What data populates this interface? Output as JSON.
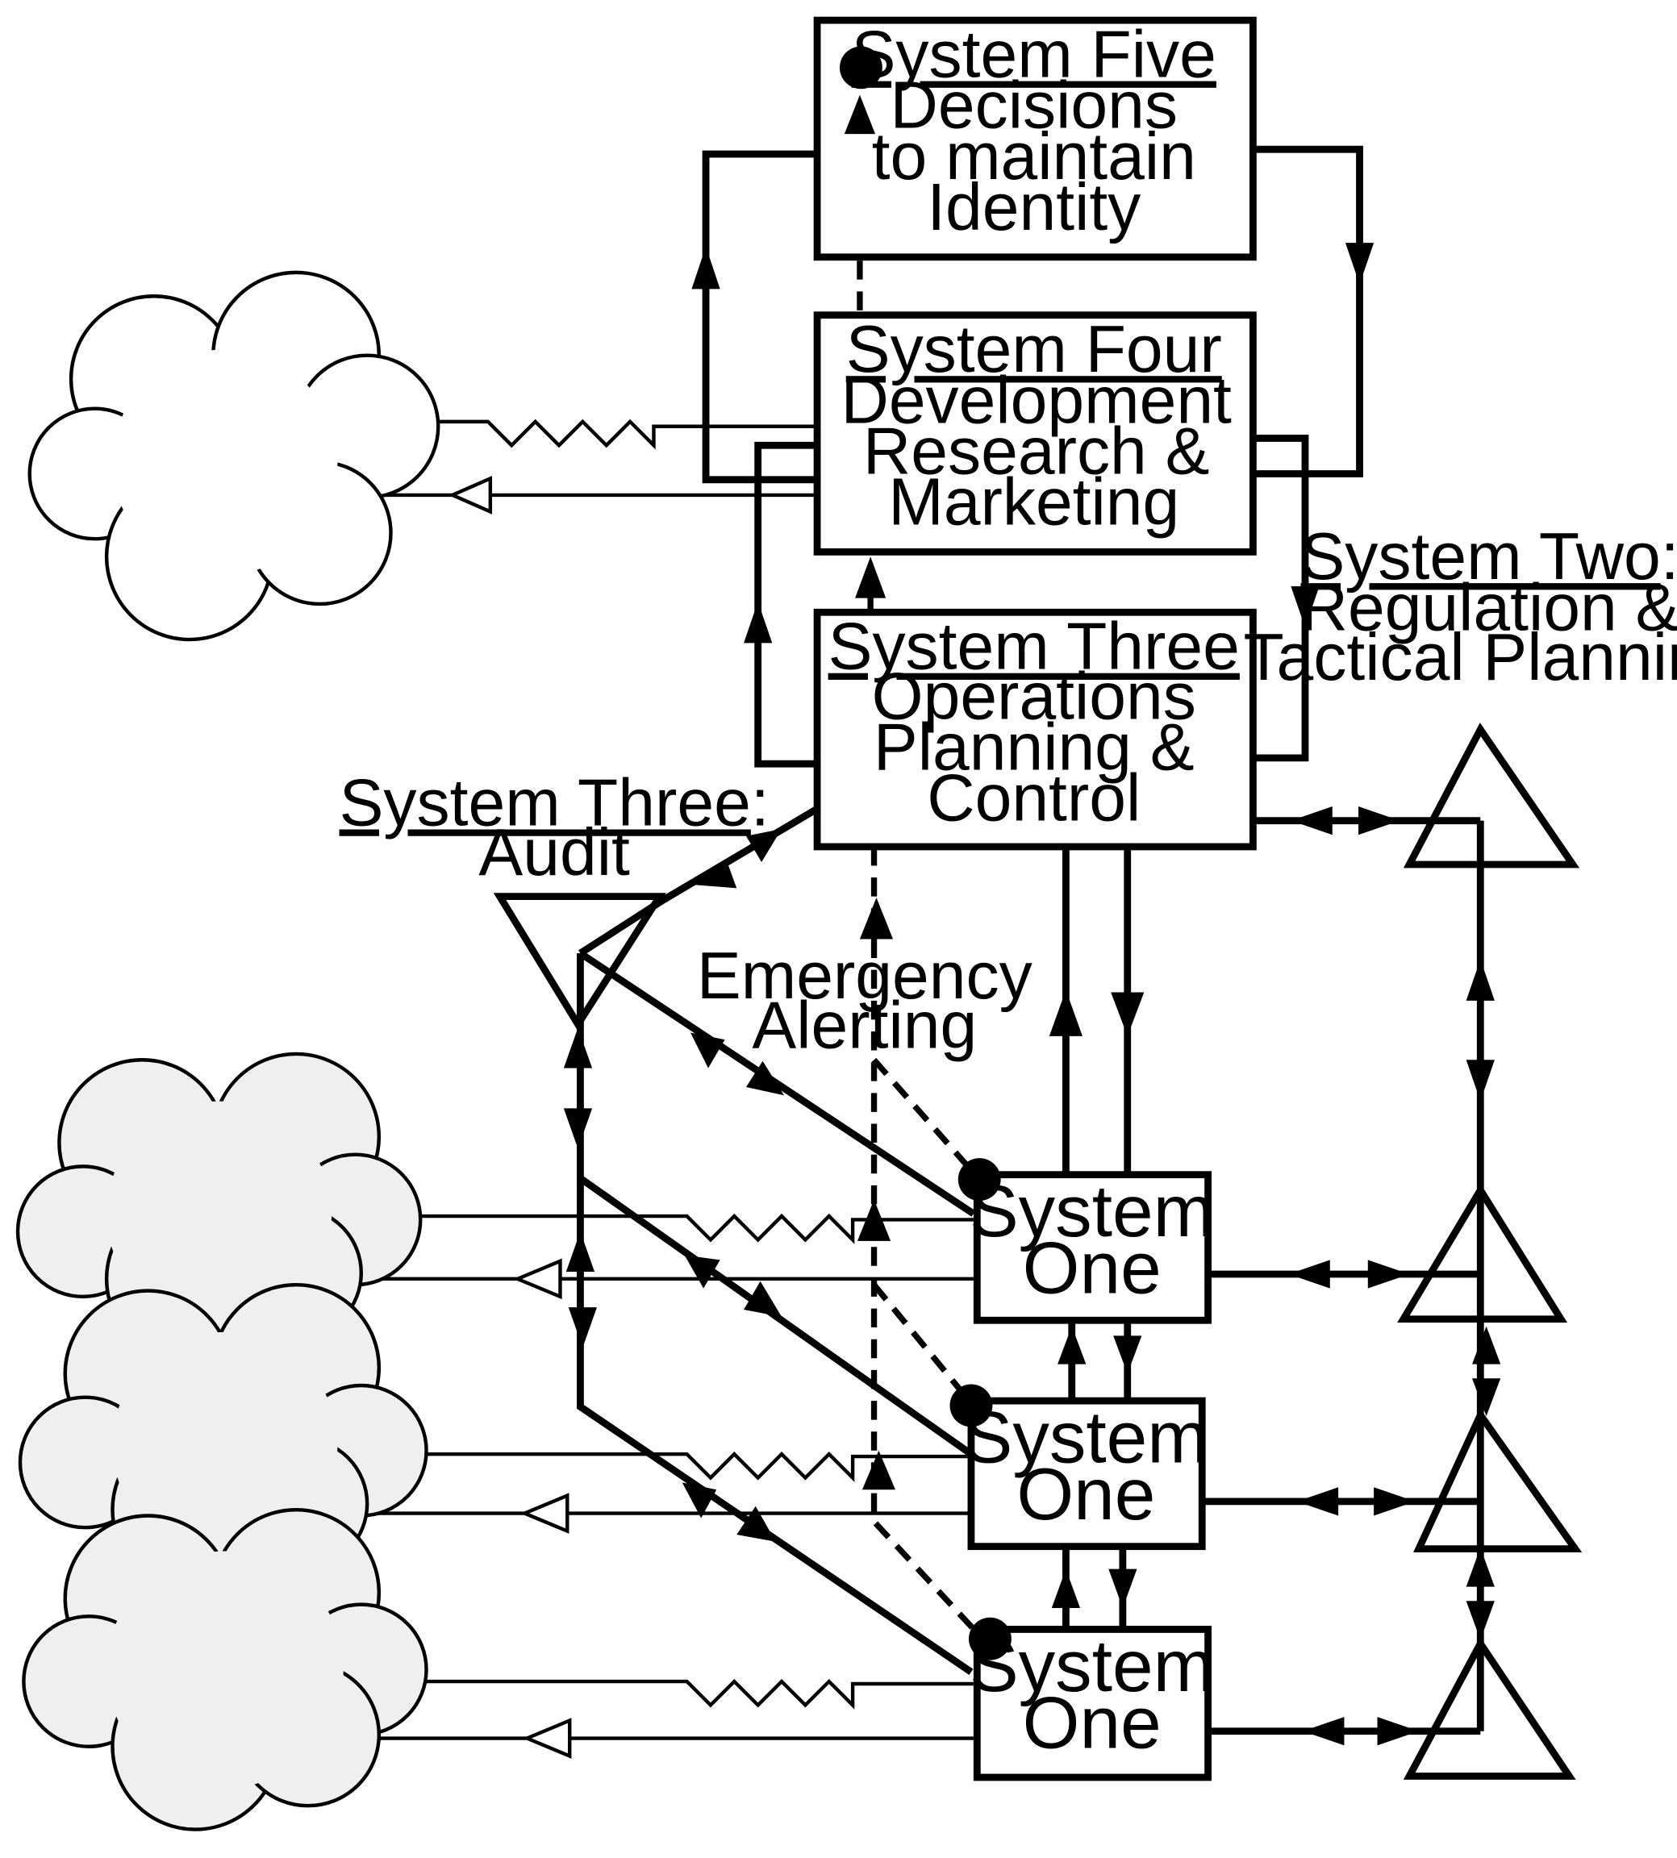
{
  "system5": {
    "title": "System Five",
    "lines": [
      "Decisions",
      "to maintain",
      "Identity"
    ]
  },
  "system4": {
    "title": "System Four",
    "lines": [
      "Development",
      "Research &",
      "Marketing"
    ]
  },
  "system3": {
    "title": "System Three",
    "lines": [
      "Operations",
      "Planning &",
      "Control"
    ]
  },
  "system2": {
    "title": "System Two",
    "suffix": ":",
    "lines": [
      "Regulation &",
      "Tactical Planning"
    ]
  },
  "audit": {
    "title": "System Three",
    "suffix": ":",
    "line": "Audit"
  },
  "emergency": {
    "lines": [
      "Emergency",
      "Alerting"
    ]
  },
  "system1_units": [
    {
      "line1": "System",
      "line2": "One"
    },
    {
      "line1": "System",
      "line2": "One"
    },
    {
      "line1": "System",
      "line2": "One"
    }
  ],
  "colors": {
    "stroke": "#000000",
    "environment_fill": "#efefef",
    "box_fill": "#ffffff"
  }
}
